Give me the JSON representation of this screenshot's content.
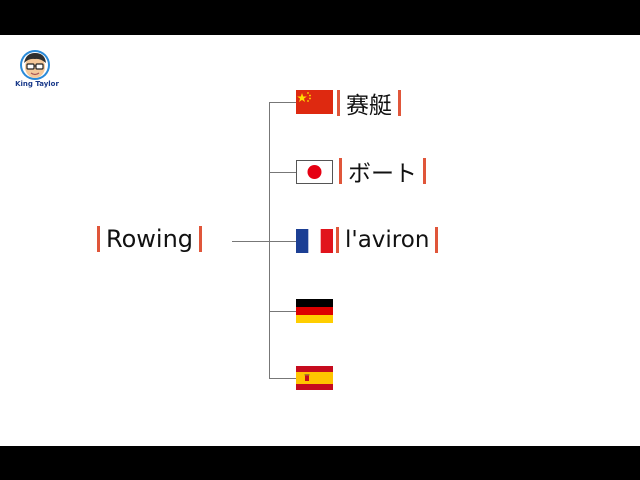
{
  "logo": {
    "caption": "King Taylor"
  },
  "tree": {
    "root": {
      "label": "Rowing"
    },
    "branches": [
      {
        "flag": "china-flag-icon",
        "label": "赛艇"
      },
      {
        "flag": "japan-flag-icon",
        "label": "ボート"
      },
      {
        "flag": "france-flag-icon",
        "label": "l'aviron"
      },
      {
        "flag": "germany-flag-icon",
        "label": ""
      },
      {
        "flag": "spain-flag-icon",
        "label": ""
      }
    ]
  },
  "colors": {
    "accent_bar": "#e0563a",
    "line": "#777777",
    "background": "#ffffff",
    "letterbox": "#000000"
  }
}
